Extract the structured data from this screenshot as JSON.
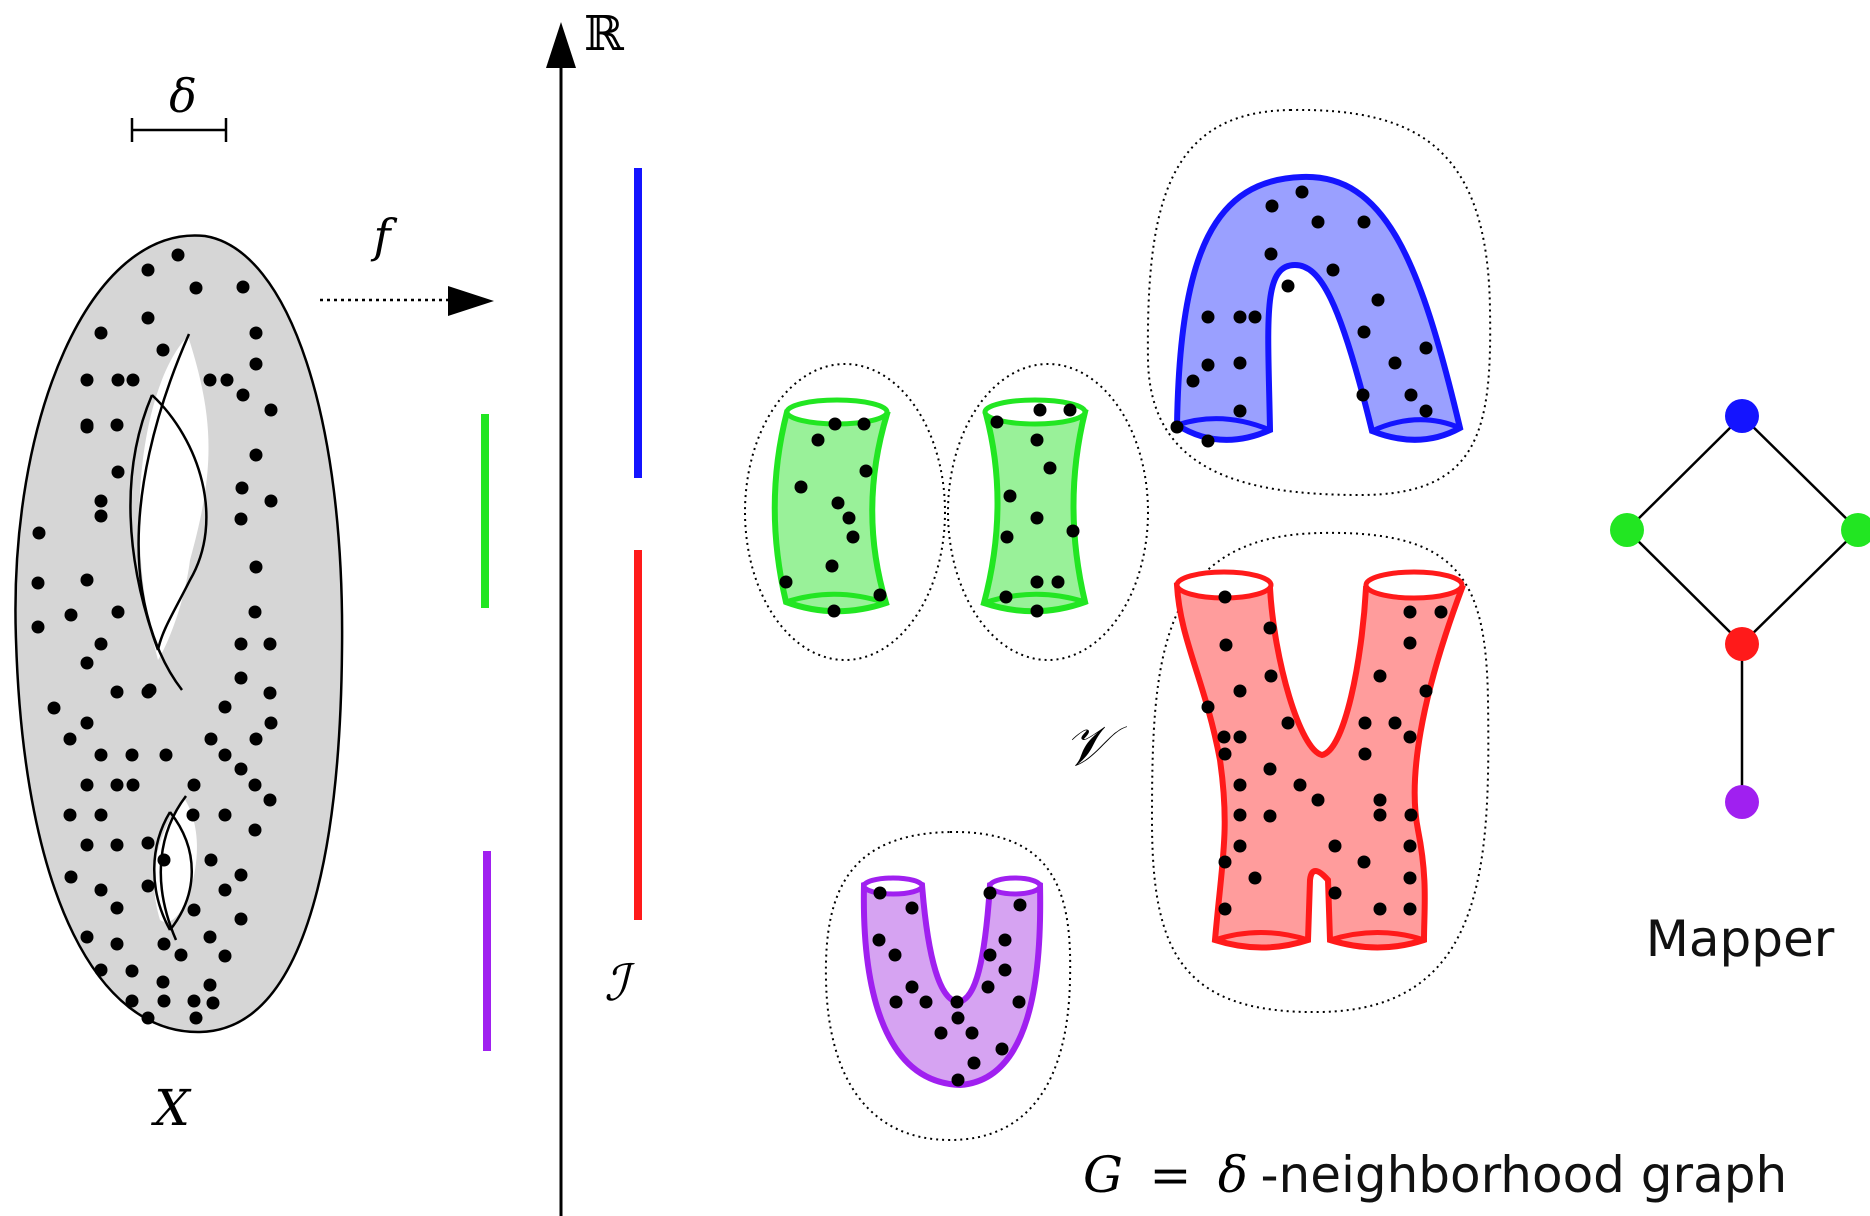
{
  "labels": {
    "delta": "δ",
    "f": "f",
    "X": "X",
    "R": "ℝ",
    "I": "ℐ",
    "V": "𝒱",
    "G_prefix": "G",
    "G_equals": "=",
    "G_delta": "δ",
    "G_rest": "-neighborhood graph",
    "mapper": "Mapper"
  },
  "colors": {
    "blue": "#1414ff",
    "green": "#22e622",
    "red": "#ff1a1a",
    "purple": "#a020f0",
    "blue_fill": "#9aa0ff",
    "green_fill": "#99f199",
    "red_fill": "#ff9c9c",
    "purple_fill": "#d6a3f2",
    "grey_fill": "#d6d6d6"
  },
  "intervals": [
    "blue",
    "red",
    "green",
    "purple"
  ],
  "mapper_graph": {
    "nodes": [
      "blue",
      "green-left",
      "green-right",
      "red",
      "purple"
    ],
    "edges": [
      [
        "blue",
        "green-left"
      ],
      [
        "blue",
        "green-right"
      ],
      [
        "green-left",
        "red"
      ],
      [
        "green-right",
        "red"
      ],
      [
        "red",
        "purple"
      ]
    ]
  }
}
